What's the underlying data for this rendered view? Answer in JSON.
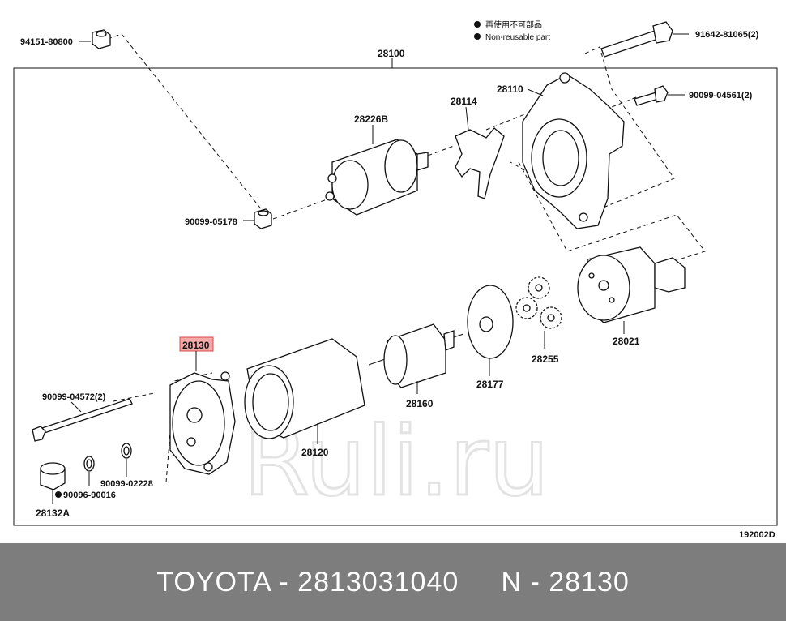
{
  "legend": {
    "item1": "再使用不可部品",
    "item2": "Non-reusable part"
  },
  "watermark": "Ruli.ru",
  "diagram_code": "192002D",
  "footer": {
    "brand": "TOYOTA",
    "part_number": "2813031040",
    "ref": "N - 28130",
    "text": "TOYOTA - 2813031040     N - 28130"
  },
  "labels": {
    "assembly": "28100",
    "nut_top_left": "94151-80800",
    "bolt_top_right": "91642-81065(2)",
    "screw_right": "90099-04561(2)",
    "housing": "28110",
    "lever": "28114",
    "solenoid": "28226B",
    "nut_mid": "90099-05178",
    "clutch": "28021",
    "gears": "28255",
    "plate": "28177",
    "armature": "28160",
    "yoke": "28120",
    "end_frame": "28130",
    "long_bolt": "90099-04572(2)",
    "washer": "90099-02228",
    "seal": "90096-90016",
    "cap": "28132A"
  }
}
